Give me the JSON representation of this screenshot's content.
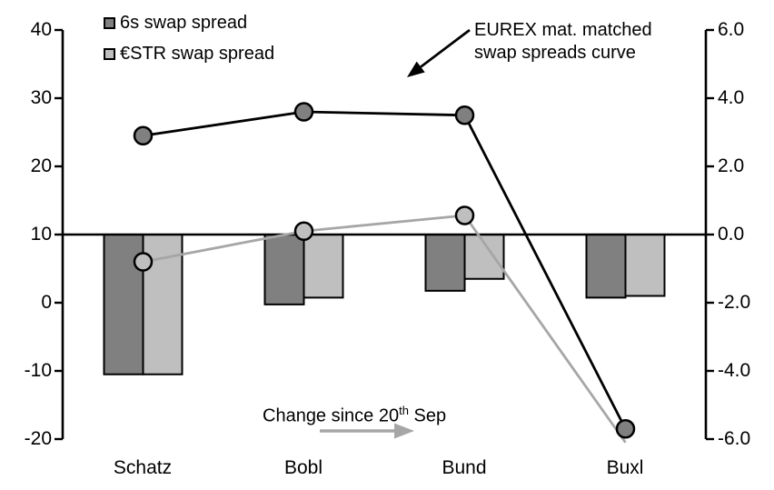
{
  "chart_data": {
    "type": "combo_bar_line",
    "categories": [
      "Schatz",
      "Bobl",
      "Bund",
      "Buxl"
    ],
    "left_axis": {
      "min": -20,
      "max": 40,
      "step": 10,
      "ticks": [
        "40",
        "30",
        "20",
        "10",
        "0",
        "-10",
        "-20"
      ]
    },
    "right_axis": {
      "min": -6.0,
      "max": 6.0,
      "step": 2.0,
      "ticks": [
        "6.0",
        "4.0",
        "2.0",
        "0.0",
        "-2.0",
        "-4.0",
        "-6.0"
      ]
    },
    "grid": false,
    "zero_line_left_value": 10,
    "legend_position": "top-left",
    "bar_series": [
      {
        "name": "6s swap spread",
        "axis": "right",
        "color": "#808080",
        "values": [
          -4.1,
          -2.05,
          -1.65,
          -1.85
        ]
      },
      {
        "name": "€STR swap spread",
        "axis": "right",
        "color": "#bfbfbf",
        "values": [
          -4.1,
          -1.85,
          -1.3,
          -1.8
        ]
      }
    ],
    "line_series": [
      {
        "name": "6s mat. matched swap spreads curve",
        "axis": "left",
        "line_color": "#000000",
        "marker_color": "#808080",
        "values": [
          24.5,
          28.0,
          27.5,
          -18.5
        ],
        "markers": [
          true,
          true,
          true,
          true
        ]
      },
      {
        "name": "€STR mat. matched swap spreads curve",
        "axis": "left",
        "line_color": "#a6a6a6",
        "marker_color": "#bfbfbf",
        "values": [
          6.0,
          10.5,
          12.8,
          -20.5
        ],
        "markers": [
          true,
          true,
          true,
          false
        ]
      }
    ],
    "legend": [
      {
        "label": "6s swap spread",
        "color": "#808080"
      },
      {
        "label": "€STR swap spread",
        "color": "#bfbfbf"
      }
    ],
    "annotations": {
      "curve_line1": "EUREX mat. matched",
      "curve_line2": "swap spreads curve",
      "change_prefix": "Change since 20",
      "change_sup": "th",
      "change_suffix": " Sep"
    },
    "colors": {
      "axis": "#000000",
      "black_line": "#000000",
      "gray_line": "#a6a6a6",
      "dark_fill": "#808080",
      "light_fill": "#bfbfbf",
      "background": "#ffffff"
    }
  }
}
